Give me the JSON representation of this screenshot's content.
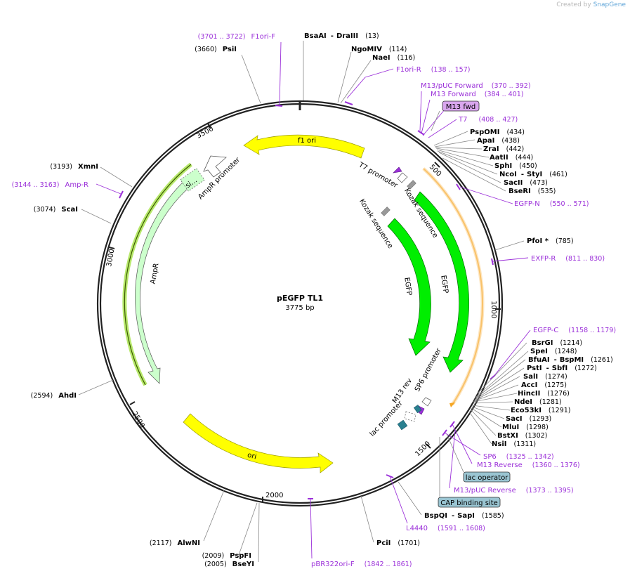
{
  "credit": {
    "prefix": "Created by",
    "brand": "SnapGene"
  },
  "plasmid": {
    "name": "pEGFP TL1",
    "length_label": "3775 bp",
    "length": 3775
  },
  "tick_labels": [
    "500",
    "1000",
    "1500",
    "2000",
    "2500",
    "3000",
    "3500"
  ],
  "sites": [
    {
      "name": "BsaAI",
      "name2": "DraIII",
      "pos": "(13)"
    },
    {
      "name": "NgoMIV",
      "pos": "(114)"
    },
    {
      "name": "NaeI",
      "pos": "(116)"
    },
    {
      "name": "PspOMI",
      "pos": "(434)"
    },
    {
      "name": "ApaI",
      "pos": "(438)"
    },
    {
      "name": "ZraI",
      "pos": "(442)"
    },
    {
      "name": "AatII",
      "pos": "(444)"
    },
    {
      "name": "SphI",
      "pos": "(450)"
    },
    {
      "name": "NcoI",
      "name2": "StyI",
      "pos": "(461)"
    },
    {
      "name": "SacII",
      "pos": "(473)"
    },
    {
      "name": "BseRI",
      "pos": "(535)"
    },
    {
      "name": "PfoI *",
      "pos": "(785)"
    },
    {
      "name": "BsrGI",
      "pos": "(1214)"
    },
    {
      "name": "SpeI",
      "pos": "(1248)"
    },
    {
      "name": "BfuAI",
      "name2": "BspMI",
      "pos": "(1261)"
    },
    {
      "name": "PstI",
      "name2": "SbfI",
      "pos": "(1272)"
    },
    {
      "name": "SalI",
      "pos": "(1274)"
    },
    {
      "name": "AccI",
      "pos": "(1275)"
    },
    {
      "name": "HincII",
      "pos": "(1276)"
    },
    {
      "name": "NdeI",
      "pos": "(1281)"
    },
    {
      "name": "Eco53kI",
      "pos": "(1291)"
    },
    {
      "name": "SacI",
      "pos": "(1293)"
    },
    {
      "name": "MluI",
      "pos": "(1298)"
    },
    {
      "name": "BstXI",
      "pos": "(1302)"
    },
    {
      "name": "NsiI",
      "pos": "(1311)"
    },
    {
      "name": "BspQI",
      "name2": "SapI",
      "pos": "(1585)"
    },
    {
      "name": "PciI",
      "pos": "(1701)"
    },
    {
      "name": "BseYI",
      "pos": "(2005)"
    },
    {
      "name": "PspFI",
      "pos": "(2009)"
    },
    {
      "name": "AlwNI",
      "pos": "(2117)"
    },
    {
      "name": "AhdI",
      "pos": "(2594)"
    },
    {
      "name": "ScaI",
      "pos": "(3074)"
    },
    {
      "name": "XmnI",
      "pos": "(3193)"
    },
    {
      "name": "PsiI",
      "pos": "(3660)"
    }
  ],
  "primers": [
    {
      "name": "F1ori-F",
      "pos": "(3701 .. 3722)"
    },
    {
      "name": "F1ori-R",
      "pos": "(138 .. 157)"
    },
    {
      "name": "M13/pUC Forward",
      "pos": "(370 .. 392)"
    },
    {
      "name": "M13 Forward",
      "pos": "(384 .. 401)"
    },
    {
      "name": "T7",
      "pos": "(408 .. 427)"
    },
    {
      "name": "EGFP-N",
      "pos": "(550 .. 571)"
    },
    {
      "name": "EXFP-R",
      "pos": "(811 .. 830)"
    },
    {
      "name": "EGFP-C",
      "pos": "(1158 .. 1179)"
    },
    {
      "name": "SP6",
      "pos": "(1325 .. 1342)"
    },
    {
      "name": "M13 Reverse",
      "pos": "(1360 .. 1376)"
    },
    {
      "name": "M13/pUC Reverse",
      "pos": "(1373 .. 1395)"
    },
    {
      "name": "L4440",
      "pos": "(1591 .. 1608)"
    },
    {
      "name": "pBR322ori-F",
      "pos": "(1842 .. 1861)"
    },
    {
      "name": "Amp-R",
      "pos": "(3144 .. 3163)"
    }
  ],
  "boxed_features": [
    {
      "name": "M13 fwd",
      "color": "#d9a6ee"
    },
    {
      "name": "lac operator",
      "color": "#9ac5d2"
    },
    {
      "name": "CAP binding site",
      "color": "#9ac5d2"
    }
  ],
  "features": {
    "f1_ori": "f1 ori",
    "ori": "ori",
    "ampr": "AmpR",
    "ampr_promoter": "AmpR promoter",
    "signal": "si...",
    "t7_promoter": "T7 promoter",
    "kozak1": "Kozak sequence",
    "kozak2": "Kozak sequence",
    "egfp1": "EGFP",
    "egfp2": "EGFP",
    "sp6_promoter": "SP6 promoter",
    "m13_rev": "M13 rev",
    "lac_promoter": "lac promoter"
  },
  "colors": {
    "backbone": "#222222",
    "ori_yellow": "#ffff00",
    "egfp_green": "#00ee00",
    "ampr_green": "#ccffcc",
    "orange": "#f5a623",
    "primer_purple": "#9b30d9",
    "teal": "#2a8090"
  }
}
